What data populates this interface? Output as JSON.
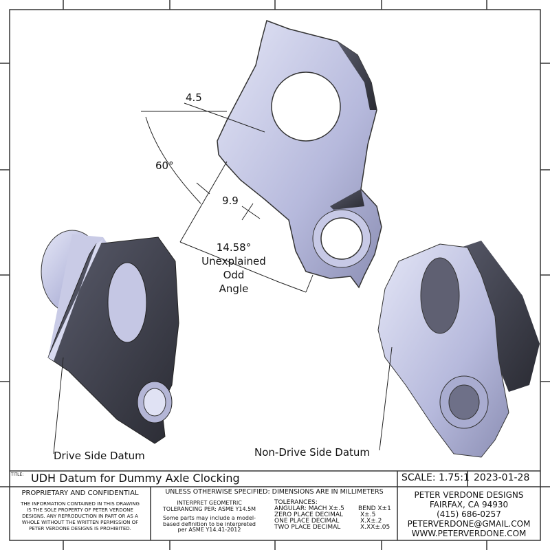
{
  "dimensions": {
    "thickness": "4.5",
    "angle": "60°",
    "offset": "9.9",
    "odd_angle_value": "14.58°",
    "odd_angle_note": [
      "Unexplained",
      "Odd",
      "Angle"
    ]
  },
  "callouts": {
    "drive_side": "Drive Side Datum",
    "non_drive_side": "Non-Drive Side Datum"
  },
  "title_block": {
    "title_label": "TITLE:",
    "title": "UDH Datum for Dummy Axle Clocking",
    "scale": "SCALE: 1.75:1",
    "date": "2023-01-28",
    "proprietary_heading": "PROPRIETARY AND CONFIDENTIAL",
    "proprietary_text": [
      "THE INFORMATION CONTAINED IN THIS DRAWING",
      "IS THE SOLE PROPERTY OF PETER VERDONE",
      "DESIGNS.  ANY  REPRODUCTION IN PART OR AS A",
      "WHOLE WITHOUT THE WRITTEN PERMISSION OF",
      "PETER VERDONE DESIGNS IS PROHIBITED."
    ],
    "units_note": "UNLESS OTHERWISE SPECIFIED: DIMENSIONS ARE IN MILLIMETERS",
    "gdt": [
      "INTERPRET GEOMETRIC",
      "TOLERANCING PER: ASME Y14.5M"
    ],
    "mbd": [
      "Some parts may include a model-",
      "based definition to be interpreted",
      "per ASME Y14.41-2012"
    ],
    "tolerances": {
      "heading": "TOLERANCES:",
      "rows": [
        [
          "ANGULAR: MACH X±.5",
          "BEND X±1"
        ],
        [
          "ZERO PLACE DECIMAL",
          "X±.5"
        ],
        [
          "ONE PLACE DECIMAL",
          "X.X±.2"
        ],
        [
          "TWO PLACE DECIMAL",
          "X.XX±.05"
        ]
      ]
    },
    "company": [
      "PETER VERDONE DESIGNS",
      "FAIRFAX, CA 94930",
      "(415) 686-0257",
      "PETERVERDONE@GMAIL.COM",
      "WWW.PETERVERDONE.COM"
    ]
  }
}
